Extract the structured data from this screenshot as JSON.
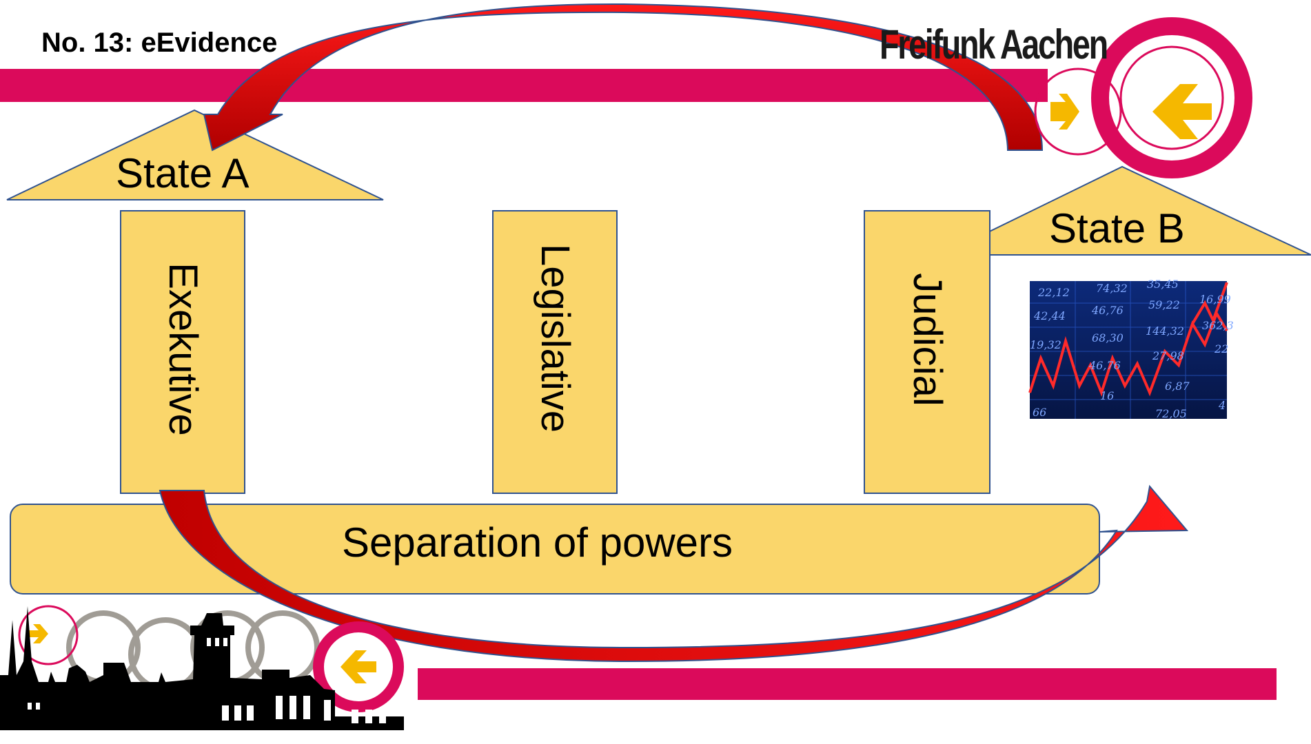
{
  "slide": {
    "title": "No. 13: eEvidence",
    "logo_text": "Freifunk Aachen"
  },
  "diagram": {
    "state_a": "State A",
    "state_b": "State B",
    "pillars": [
      "Exekutive",
      "Legislative",
      "Judicial"
    ],
    "foundation": "Separation of powers"
  },
  "stock_image": {
    "numbers": [
      "22,12",
      "74,32",
      "35,45",
      "42,44",
      "46,76",
      "59,22",
      "16,99",
      "19,32",
      "68,30",
      "144,32",
      "362,3",
      "46,76",
      "27,98",
      "22",
      "66",
      "16",
      "6,87",
      "72,05",
      "4"
    ]
  },
  "colors": {
    "brand_magenta": "#DB0A5B",
    "box_fill": "#FAD66B",
    "box_stroke": "#2F528F",
    "arrow_red": "#E00000",
    "accent_yellow": "#F5B800",
    "skyline_ring_gray": "#A09C95"
  }
}
